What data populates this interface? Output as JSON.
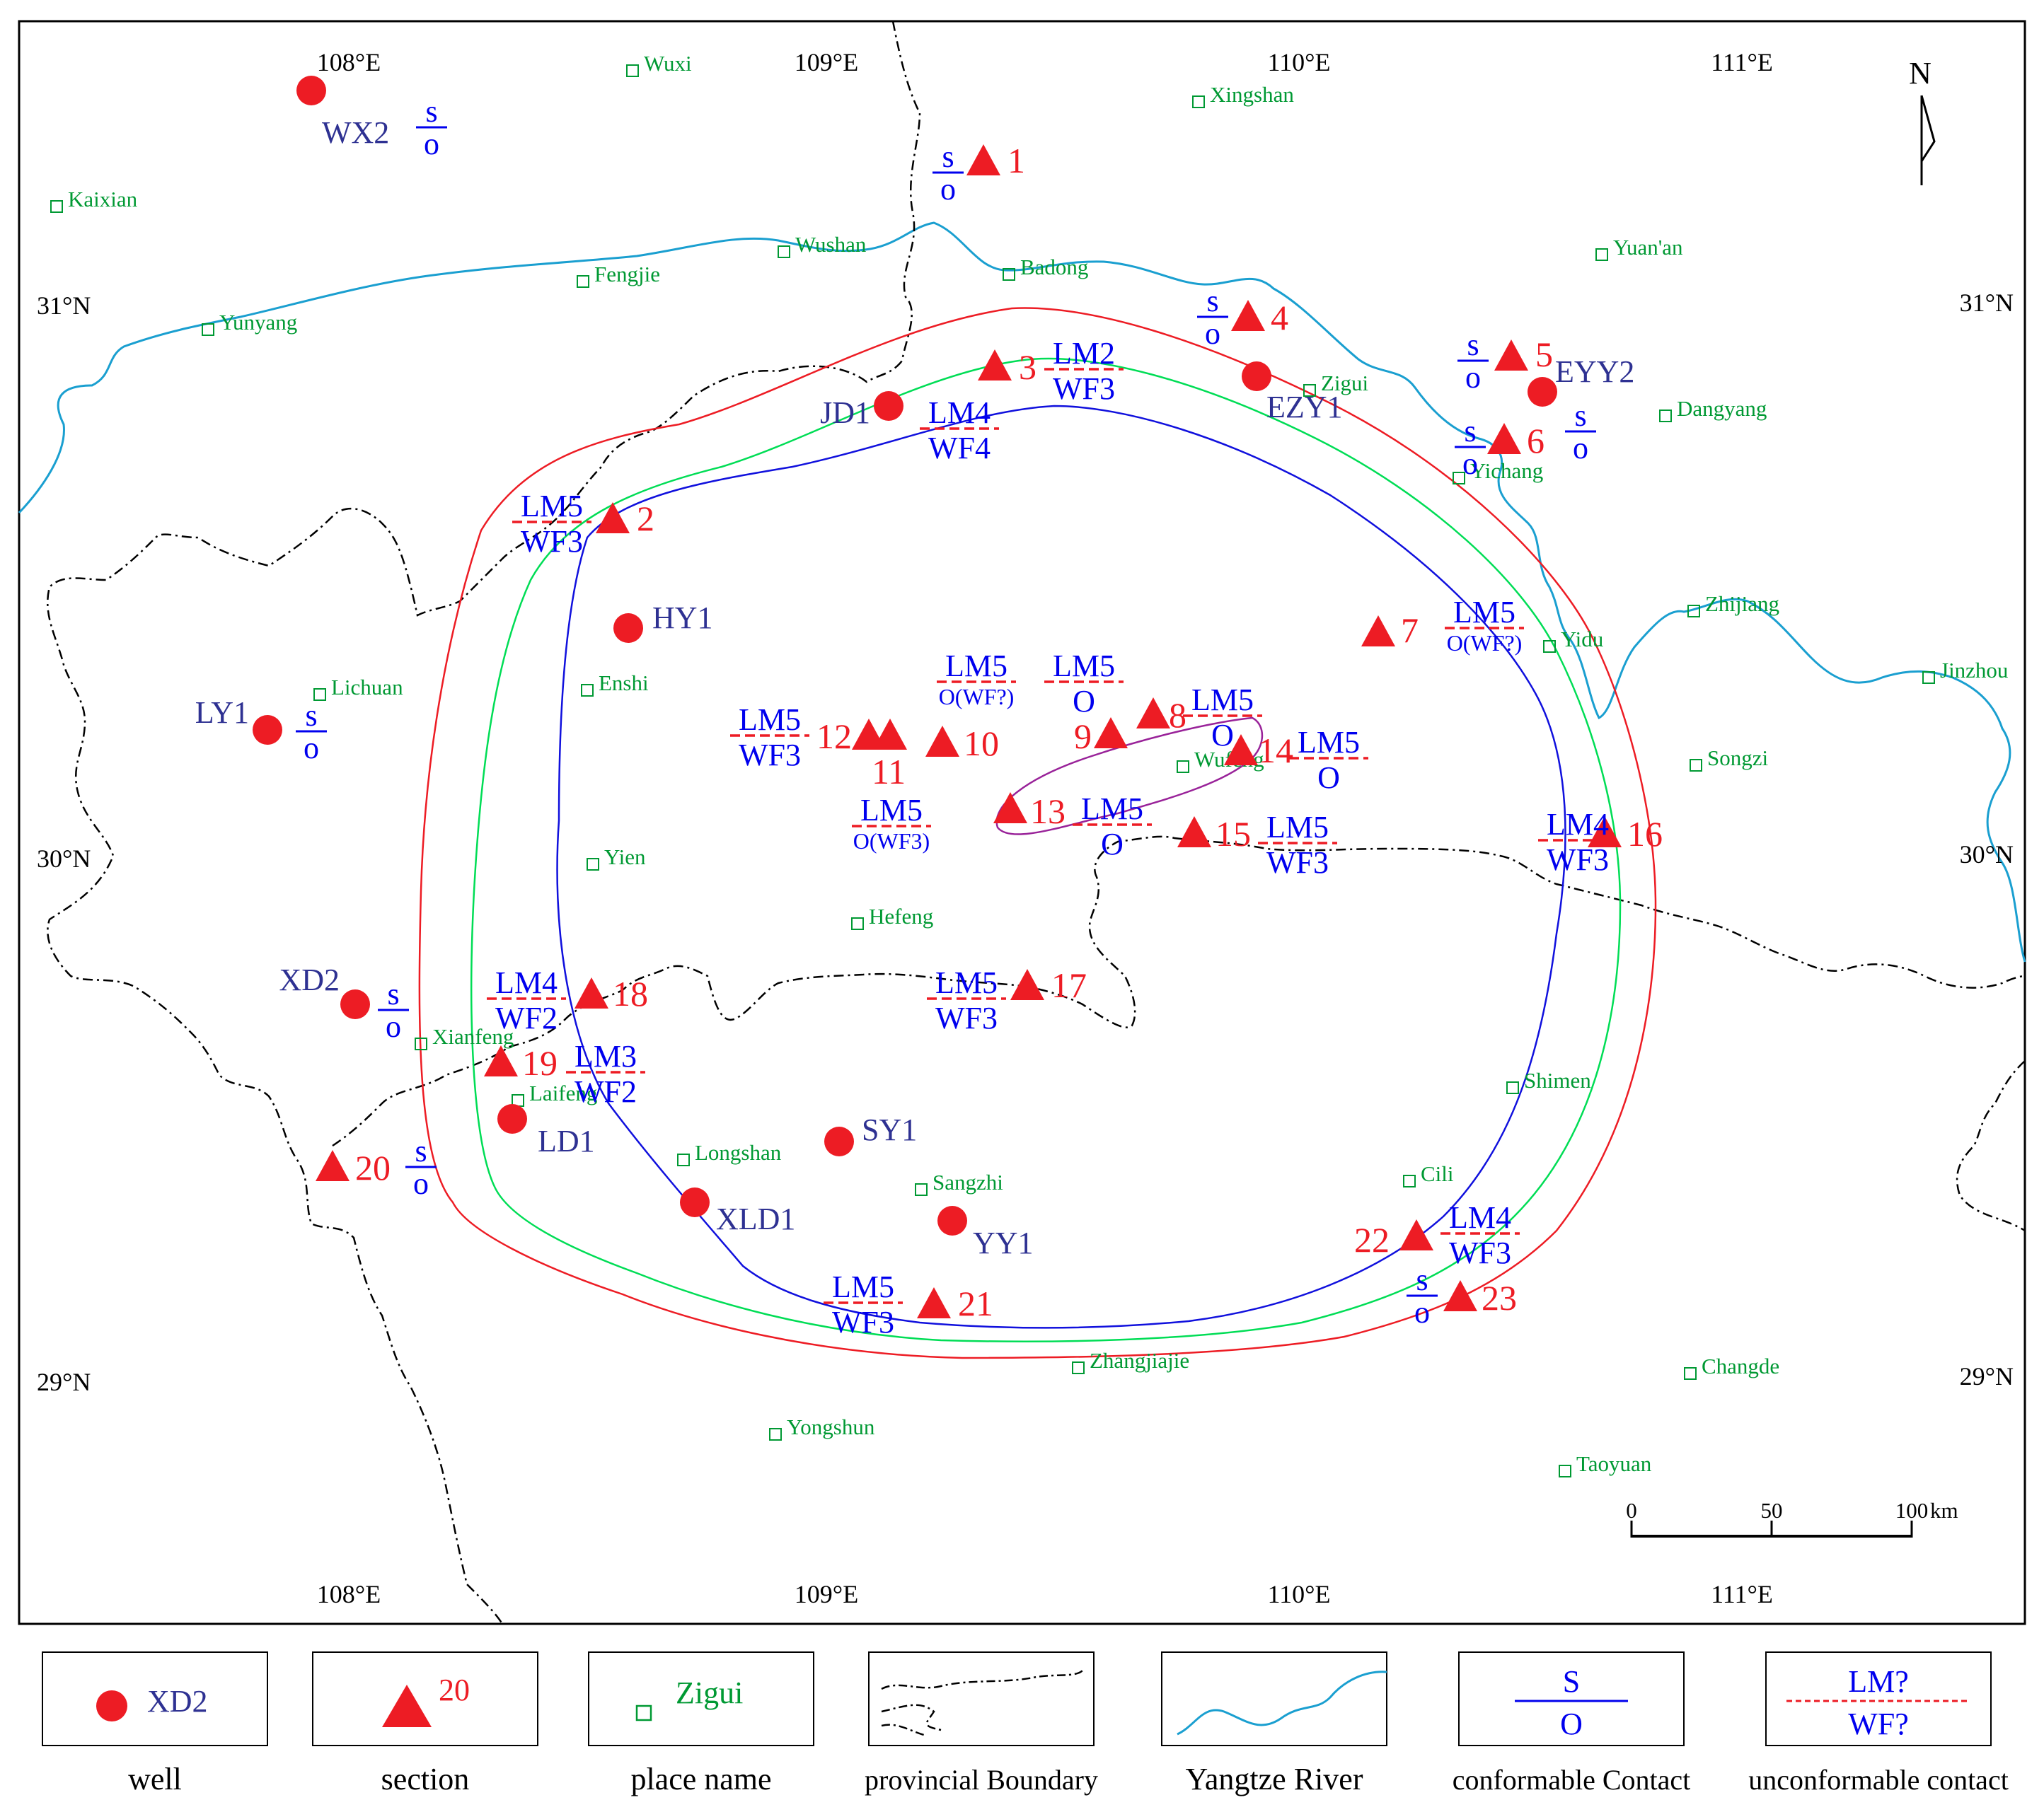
{
  "colors": {
    "well": "#ed1c24",
    "section_number": "#ed1c24",
    "well_label": "#2e3192",
    "contact": "#0000ee",
    "unconformity": "#ed1c24",
    "place": "#009933",
    "river": "#1a9fd0",
    "boundary": "#000000",
    "zone_red": "#ed1c24",
    "zone_green": "#00dd55",
    "zone_blue": "#1010dd",
    "zone_purple": "#992299"
  },
  "coordinates": {
    "lon_top": [
      "108°E",
      "109°E",
      "110°E",
      "111°E"
    ],
    "lon_bottom": [
      "108°E",
      "109°E",
      "110°E",
      "111°E"
    ],
    "lat_left": [
      "31°N",
      "30°N",
      "29°N"
    ],
    "lat_right": [
      "31°N",
      "30°N",
      "29°N"
    ]
  },
  "north_arrow": "N",
  "scale_bar": {
    "ticks": [
      "0",
      "50",
      "100"
    ],
    "unit": "km"
  },
  "places": [
    "Wuxi",
    "Xingshan",
    "Kaixian",
    "Wushan",
    "Badong",
    "Fengjie",
    "Yunyang",
    "Yuan'an",
    "Zigui",
    "Dangyang",
    "Yichang",
    "Zhijiang",
    "Yidu",
    "Jinzhou",
    "Lichuan",
    "Enshi",
    "Songzi",
    "Wufeng",
    "Yien",
    "Hefeng",
    "Xianfeng",
    "Laifeng",
    "Shimen",
    "Longshan",
    "Sangzhi",
    "Cili",
    "Zhangjiajie",
    "Changde",
    "Yongshun",
    "Taoyuan"
  ],
  "wells": [
    "WX2",
    "JD1",
    "EZY1",
    "EYY2",
    "HY1",
    "LY1",
    "XD2",
    "LD1",
    "SY1",
    "XLD1",
    "YY1"
  ],
  "sections": [
    "1",
    "2",
    "3",
    "4",
    "5",
    "6",
    "7",
    "8",
    "9",
    "10",
    "11",
    "12",
    "13",
    "14",
    "15",
    "16",
    "17",
    "18",
    "19",
    "20",
    "21",
    "22",
    "23"
  ],
  "contacts": {
    "conformable": {
      "upper": "s",
      "lower": "o"
    },
    "upper_units": [
      "LM2",
      "LM3",
      "LM4",
      "LM5"
    ],
    "lower_units": [
      "WF2",
      "WF3",
      "WF4",
      "O",
      "O(WF?)",
      "O(WF3)"
    ]
  },
  "legend": {
    "well": {
      "sample": "XD2",
      "caption": "well"
    },
    "section": {
      "sample": "20",
      "caption": "section"
    },
    "place": {
      "sample": "Zigui",
      "caption": "place name"
    },
    "boundary": {
      "caption": "provincial Boundary"
    },
    "river": {
      "caption": "Yangtze River"
    },
    "conformable": {
      "upper": "S",
      "lower": "O",
      "caption": "conformable Contact"
    },
    "unconformable": {
      "upper": "LM?",
      "lower": "WF?",
      "caption": "unconformable contact"
    }
  }
}
